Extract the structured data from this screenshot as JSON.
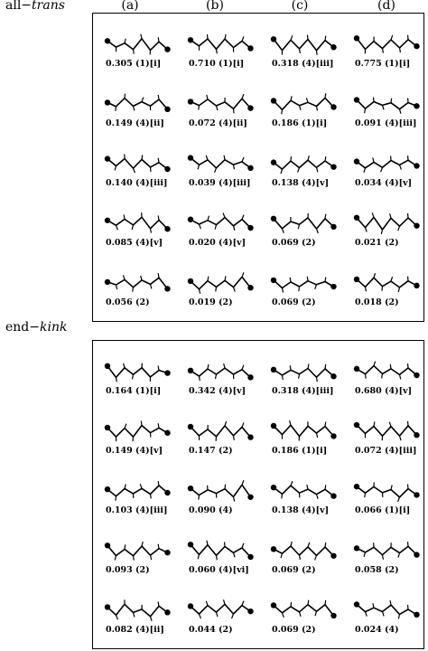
{
  "column_headers": [
    "(a)",
    "(b)",
    "(c)",
    "(d)"
  ],
  "sections": [
    {
      "label_prefix": "all−",
      "label_italic": "trans",
      "cells": [
        [
          "0.305 (1)[i]",
          "0.710 (1)[i]",
          "0.318 (4)[iii]",
          "0.775 (1)[i]"
        ],
        [
          "0.149 (4)[ii]",
          "0.072 (4)[ii]",
          "0.186 (1)[i]",
          "0.091 (4)[iii]"
        ],
        [
          "0.140 (4)[iii]",
          "0.039 (4)[iii]",
          "0.138 (4)[v]",
          "0.034 (4)[v]"
        ],
        [
          "0.085 (4)[v]",
          "0.020 (4)[v]",
          "0.069 (2)",
          "0.021 (2)"
        ],
        [
          "0.056 (2)",
          "0.019 (2)",
          "0.069 (2)",
          "0.018 (2)"
        ]
      ]
    },
    {
      "label_prefix": "end−",
      "label_italic": "kink",
      "cells": [
        [
          "0.164 (1)[i]",
          "0.342 (4)[v]",
          "0.318 (4)[iii]",
          "0.680 (4)[v]"
        ],
        [
          "0.149 (4)[v]",
          "0.147 (2)",
          "0.186 (1)[i]",
          "0.072 (4)[iii]"
        ],
        [
          "0.103 (4)[iii]",
          "0.090 (4)",
          "0.138 (4)[v]",
          "0.066 (1)[i]"
        ],
        [
          "0.093 (2)",
          "0.060 (4)[vi]",
          "0.069 (2)",
          "0.058 (2)"
        ],
        [
          "0.082 (4)[ii]",
          "0.044 (2)",
          "0.069 (2)",
          "0.024 (4)"
        ]
      ]
    }
  ]
}
